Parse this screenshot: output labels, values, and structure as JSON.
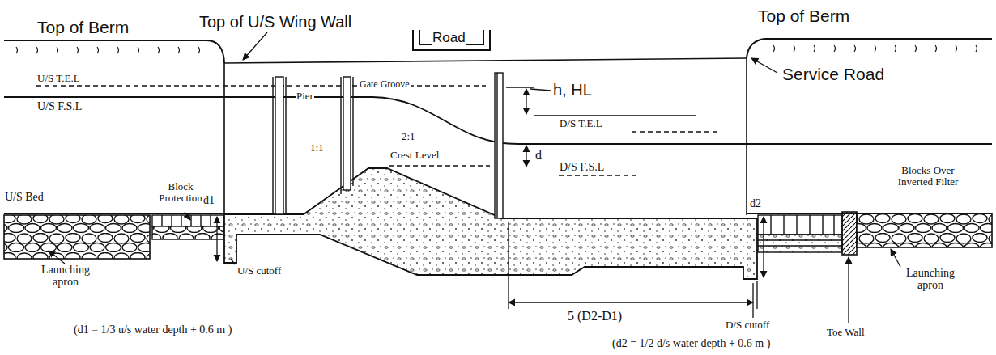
{
  "diagram": {
    "labels": [
      "Top of Berm",
      "Top of U/S Wing Wall",
      "Road",
      "Top of Berm",
      "U/S T.E.L",
      "Pier",
      "Gate Groove",
      "U/S F.S.L",
      "h, HL",
      "Service Road",
      "D/S T.E.L",
      "Crest Level",
      "1:1",
      "2:1",
      "d",
      "D/S F.S.L",
      "U/S Bed",
      "Block Protection",
      "Blocks Over Inverted Filter",
      "d1",
      "d2",
      "Launching apron",
      "U/S cutoff",
      "D/S cutoff",
      "Toe Wall",
      "Launching apron",
      "5 (D2-D1)",
      "(d1 = 1/3 u/s water depth + 0.6 m )",
      "(d2 = 1/2 d/s water depth + 0.6 m )"
    ]
  }
}
